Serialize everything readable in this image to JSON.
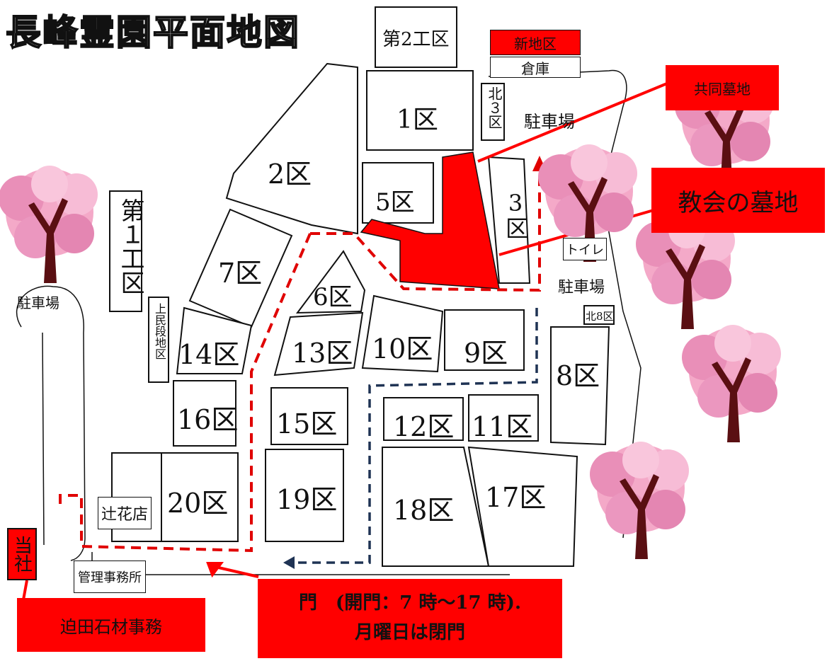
{
  "title": "長峰霊園平面地図",
  "zones": {
    "z1": "1区",
    "z2": "2区",
    "z3": "3区",
    "z5": "5区",
    "z6": "6区",
    "z7": "7区",
    "z8": "8区",
    "z9": "9区",
    "z10": "10区",
    "z11": "11区",
    "z12": "12区",
    "z13": "13区",
    "z14": "14区",
    "z15": "15区",
    "z16": "16区",
    "z17": "17区",
    "z18": "18区",
    "z19": "19区",
    "z20": "20区",
    "kou1": "第１工区",
    "kou2": "第2工区",
    "kita3": "北３区",
    "kita8": "北8区",
    "kami": "上民段地区"
  },
  "facilities": {
    "new_area": "新地区",
    "storage": "倉庫",
    "parking_north": "駐車場",
    "parking_east": "駐車場",
    "parking_west": "駐車場",
    "toilet": "トイレ",
    "flower_shop": "辻花店",
    "office": "管理事務所",
    "company": "当社"
  },
  "callouts": {
    "joint_grave": "共同墓地",
    "church_grave": "教会の墓地",
    "company_office": "迫田石材事務",
    "gate_line1": "門　(開門：7 時～17 時).",
    "gate_line2": "月曜日は閉門"
  },
  "colors": {
    "highlight": "#ff0000",
    "route_red": "#e00000",
    "route_navy": "#1f3354",
    "blossom": "#f4a9c8",
    "trunk": "#5a0f12"
  },
  "icons": [
    "cherry-tree-icon"
  ]
}
